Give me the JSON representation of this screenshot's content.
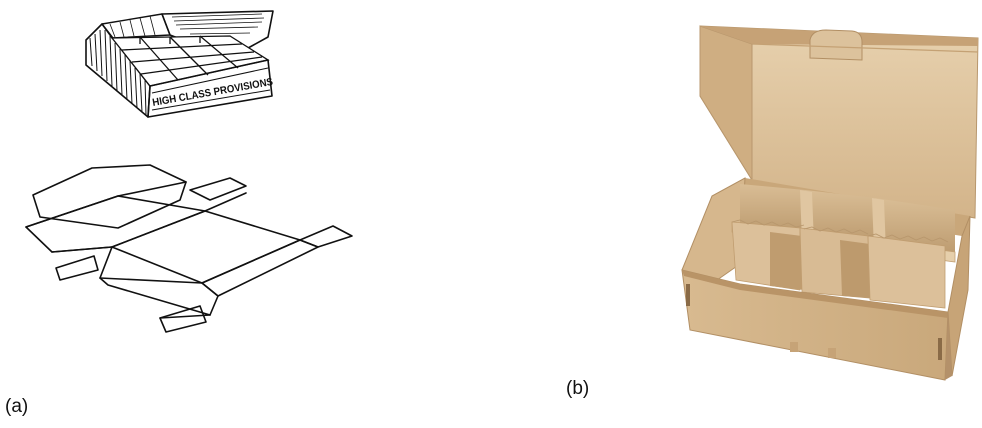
{
  "panels": {
    "a": {
      "caption": "(a)",
      "box_label": "HIGH CLASS PROVISIONS"
    },
    "b": {
      "caption": "(b)"
    }
  },
  "colors": {
    "ink": "#111111",
    "cardboard_light": "#dcc09a",
    "cardboard_mid": "#caa779",
    "cardboard_dark": "#a8865c",
    "background": "#ffffff"
  }
}
